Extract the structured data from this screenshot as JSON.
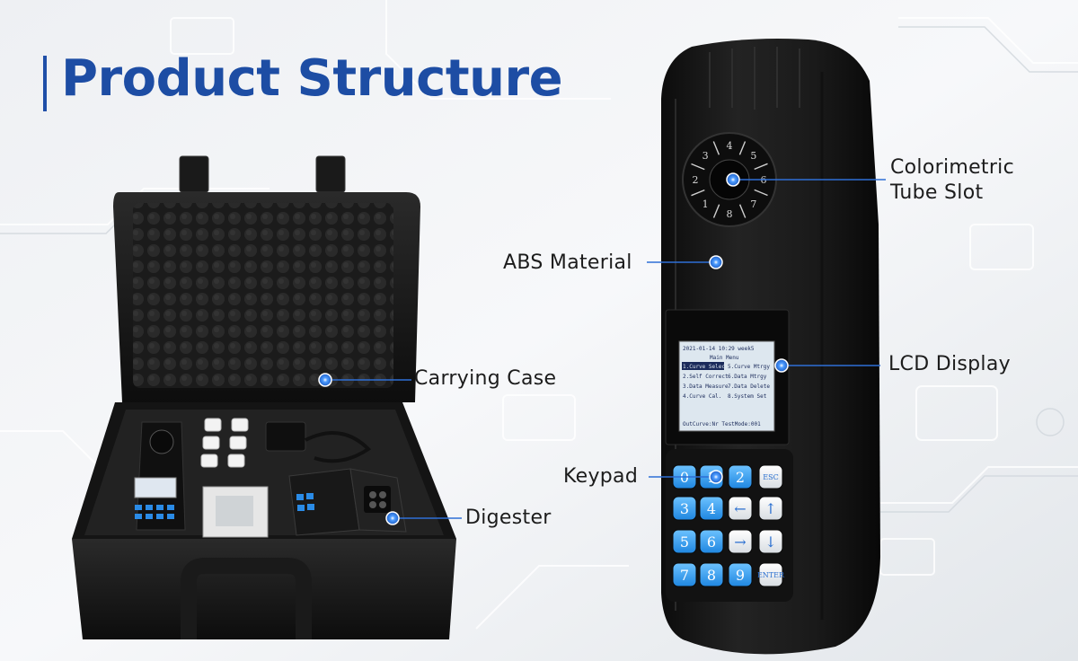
{
  "header": {
    "title": "Product Structure"
  },
  "colors": {
    "accent": "#1d4da4",
    "line": "#2e6fd6",
    "device": "#151515",
    "key_blue": "#2a8be6"
  },
  "callouts": {
    "carrying_case": "Carrying Case",
    "digester": "Digester",
    "abs_material": "ABS Material",
    "colorimetric_line1": "Colorimetric",
    "colorimetric_line2": "Tube Slot",
    "lcd_display": "LCD Display",
    "keypad": "Keypad"
  },
  "dial_numbers": [
    "1",
    "2",
    "3",
    "4",
    "5",
    "6",
    "7",
    "8"
  ],
  "lcd": {
    "status_line": "2021-01-14 10:29 week5",
    "menu_title": "Main Menu",
    "left_items": [
      "1.Curve Select",
      "2.Self Correct",
      "3.Data Measure",
      "4.Curve Cal."
    ],
    "right_items": [
      "5.Curve Mtrgy",
      "6.Data Mtrgy",
      "7.Data Delete",
      "8.System Set"
    ],
    "footer": "OutCurve:Nr  TestMode:001"
  },
  "keypad": {
    "keys": [
      "0",
      "1",
      "2",
      "ESC",
      "3",
      "4",
      "←",
      "↑",
      "5",
      "6",
      "→",
      "↓",
      "7",
      "8",
      "9",
      "ENTER"
    ]
  }
}
